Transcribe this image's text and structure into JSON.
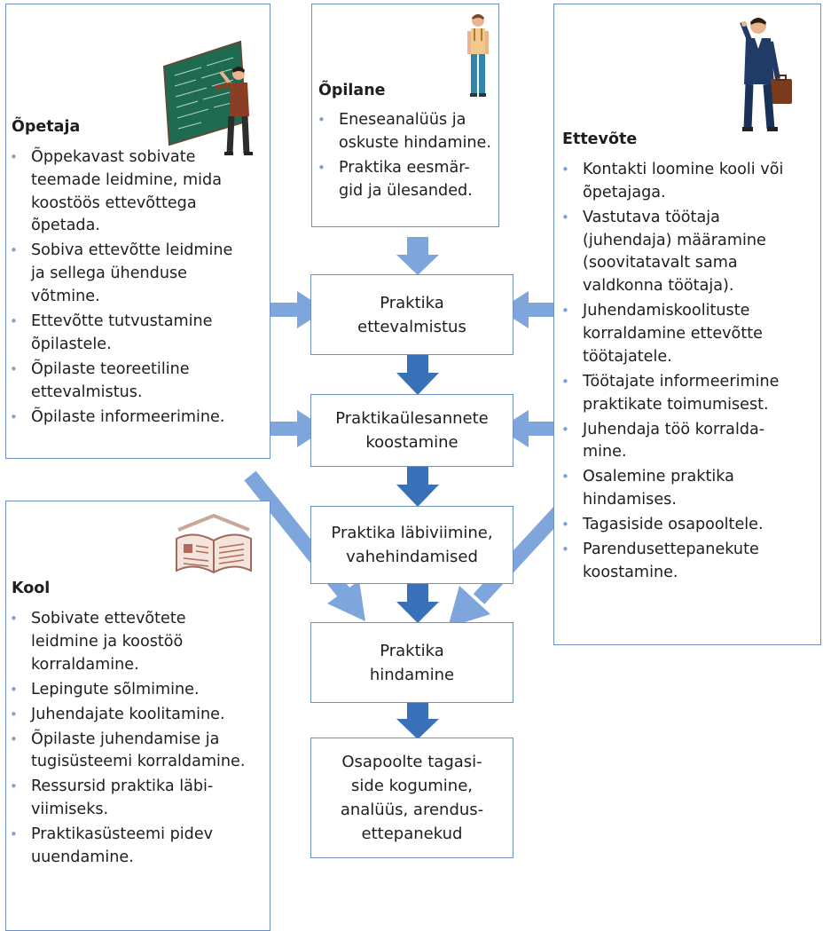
{
  "opetaja": {
    "title": "Õpetaja",
    "items": [
      "Õppekavast sobivate\nteemade leidmine, mida\nkoostöös ettevõttega\nõpetada.",
      "Sobiva ettevõtte leidmine\nja sellega ühenduse\nvõtmine.",
      "Ettevõtte tutvustamine\nõpilastele.",
      "Õpilaste teoreetiline\nettevalmistus.",
      "Õpilaste informeerimine."
    ]
  },
  "opilane": {
    "title": "Õpilane",
    "items": [
      "Eneseanalüüs ja\noskuste hindamine.",
      "Praktika eesmär-\ngid ja ülesanded."
    ]
  },
  "ettevote": {
    "title": "Ettevõte",
    "items": [
      "Kontakti loomine kooli või\nõpetajaga.",
      "Vastutava töötaja\n(juhendaja) määramine\n(soovitatavalt sama\nvaldkonna töötaja).",
      "Juhendamiskoolituste\nkorraldamine ettevõtte\ntöötajatele.",
      "Töötajate informeerimine\npraktikate toimumisest.",
      "Juhendaja töö korralda-\nmine.",
      "Osalemine praktika\nhindamises.",
      "Tagasiside osapooltele.",
      "Parendusettepanekute\nkoostamine."
    ]
  },
  "kool": {
    "title": "Kool",
    "items": [
      "Sobivate ettevõtete\nleidmine ja koostöö\nkorraldamine.",
      "Lepingute sõlmimine.",
      "Juhendajate koolitamine.",
      "Õpilaste juhendamise ja\ntugisüsteemi korraldamine.",
      "Ressursid praktika läbi-\nviimiseks.",
      "Praktikasüsteemi pidev\nuuendamine."
    ]
  },
  "flow": {
    "step1": "Praktika\nettevalmistus",
    "step2": "Praktikaülesannete\nkoostamine",
    "step3": "Praktika läbiviimine,\nvahehindamised",
    "step4": "Praktika\nhindamine",
    "step5": "Osapoolte tagasi-\nside kogumine,\nanalüüs, arendus-\nettepanekud"
  },
  "colors": {
    "box_border": "#6d8fc8",
    "arrow_light": "#7ea6dc",
    "arrow_dark": "#3a70b8",
    "bullet": "#7fa0d4"
  },
  "icons": {
    "opetaja": "teacher-at-chalkboard-illustration",
    "opilane": "student-with-backpack-illustration",
    "ettevote": "businessman-with-briefcase-illustration",
    "kool": "open-book-illustration"
  }
}
